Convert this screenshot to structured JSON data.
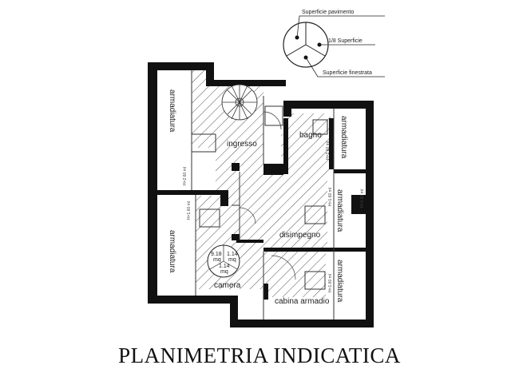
{
  "title": "PLANIMETRIA INDICATICA",
  "legend": {
    "floor_area": "Superficie pavimento",
    "eighth_area": "1/8 Superficie",
    "window_area": "Superficie finestrata"
  },
  "rooms": {
    "armadiatura_left_top": "armadiatura",
    "armadiatura_left_bottom": "armadiatura",
    "armadiatura_right_1": "armadiatura",
    "armadiatura_right_2": "armadiatura",
    "armadiatura_right_3": "armadiatura",
    "ingresso": "ingresso",
    "bagno": "bagno",
    "disimpegno": "disimpegno",
    "camera": "camera",
    "cabina_armadio": "cabina armadio"
  },
  "room_metrics": {
    "camera_floor": "9.18",
    "camera_floor_unit": "mq",
    "camera_eighth": "1.14",
    "camera_eighth_unit": "mq",
    "camera_window": "1.14",
    "camera_window_unit": "mq"
  },
  "heights": {
    "h1": "H=2.60 ml",
    "h2": "H=1.60 ml",
    "h3": "H=2.60 ml",
    "h4": "H=1.60 ml",
    "h5": "H=1.60 ml",
    "h6": "H=1.60 ml"
  }
}
